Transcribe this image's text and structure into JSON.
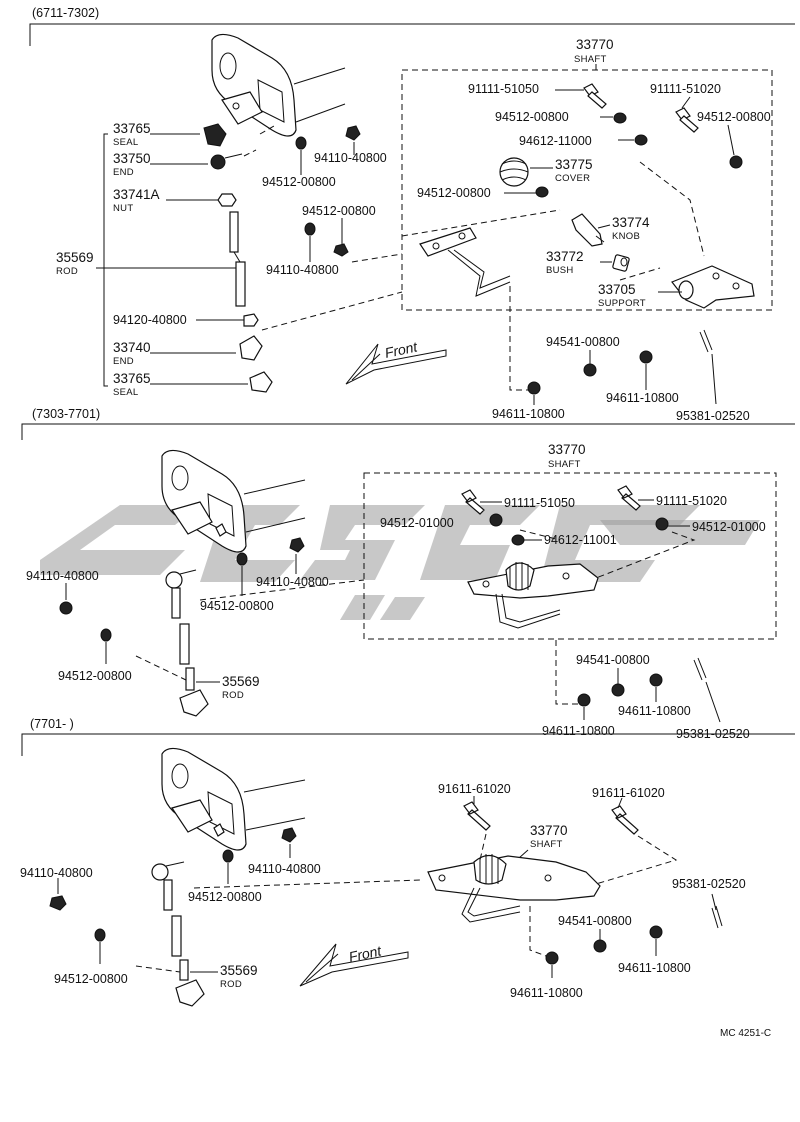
{
  "sections": [
    {
      "range": "(6711-7302)",
      "labels": {
        "shaft_num": "33770",
        "shaft_sub": "SHAFT",
        "p_91111_51050": "91111-51050",
        "p_91111_51020": "91111-51020",
        "p_94512_00800_a": "94512-00800",
        "p_94512_00800_b": "94512-00800",
        "p_94612_11000": "94612-11000",
        "cover_num": "33775",
        "cover_sub": "COVER",
        "p_94512_00800_c": "94512-00800",
        "knob_num": "33774",
        "knob_sub": "KNOB",
        "bush_num": "33772",
        "bush_sub": "BUSH",
        "support_num": "33705",
        "support_sub": "SUPPORT",
        "seal_num": "33765",
        "seal_sub": "SEAL",
        "end_num": "33750",
        "end_sub": "END",
        "nut_num": "33741A",
        "nut_sub": "NUT",
        "rod_num": "35569",
        "rod_sub": "ROD",
        "p_94120_40800": "94120-40800",
        "end2_num": "33740",
        "end2_sub": "END",
        "seal2_num": "33765",
        "seal2_sub": "SEAL",
        "p_94110_40800_a": "94110-40800",
        "p_94512_00800_d": "94512-00800",
        "p_94512_00800_e": "94512-00800",
        "p_94110_40800_b": "94110-40800",
        "p_94541_00800": "94541-00800",
        "p_94611_10800_a": "94611-10800",
        "p_94611_10800_b": "94611-10800",
        "p_95381_02520": "95381-02520",
        "front": "Front"
      }
    },
    {
      "range": "(7303-7701)",
      "labels": {
        "shaft_num": "33770",
        "shaft_sub": "SHAFT",
        "p_91111_51050": "91111-51050",
        "p_91111_51020": "91111-51020",
        "p_94512_01000_a": "94512-01000",
        "p_94512_01000_b": "94512-01000",
        "p_94612_11001": "94612-11001",
        "p_94110_40800_a": "94110-40800",
        "p_94110_40800_b": "94110-40800",
        "p_94512_00800_a": "94512-00800",
        "p_94512_00800_b": "94512-00800",
        "rod_num": "35569",
        "rod_sub": "ROD",
        "p_94541_00800": "94541-00800",
        "p_94611_10800_a": "94611-10800",
        "p_94611_10800_b": "94611-10800",
        "p_95381_02520": "95381-02520"
      }
    },
    {
      "range": "(7701-        )",
      "labels": {
        "p_91611_61020_a": "91611-61020",
        "p_91611_61020_b": "91611-61020",
        "shaft_num": "33770",
        "shaft_sub": "SHAFT",
        "p_95381_02520": "95381-02520",
        "p_94110_40800_a": "94110-40800",
        "p_94110_40800_b": "94110-40800",
        "p_94512_00800_a": "94512-00800",
        "p_94512_00800_b": "94512-00800",
        "rod_num": "35569",
        "rod_sub": "ROD",
        "p_94541_00800": "94541-00800",
        "p_94611_10800_a": "94611-10800",
        "p_94611_10800_b": "94611-10800",
        "front": "Front"
      }
    }
  ],
  "footer_code": "MC 4251-C"
}
